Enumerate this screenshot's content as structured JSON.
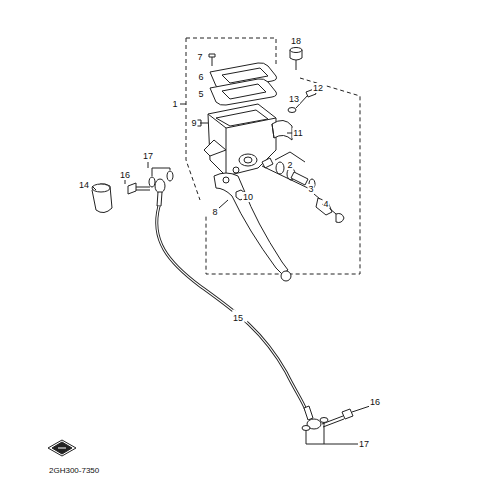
{
  "diagram": {
    "labels": [
      "1",
      "2",
      "3",
      "4",
      "5",
      "6",
      "7",
      "8",
      "9",
      "10",
      "11",
      "12",
      "13",
      "14",
      "15",
      "16",
      "16",
      "17",
      "17",
      "18",
      "2GH300-7350"
    ]
  }
}
